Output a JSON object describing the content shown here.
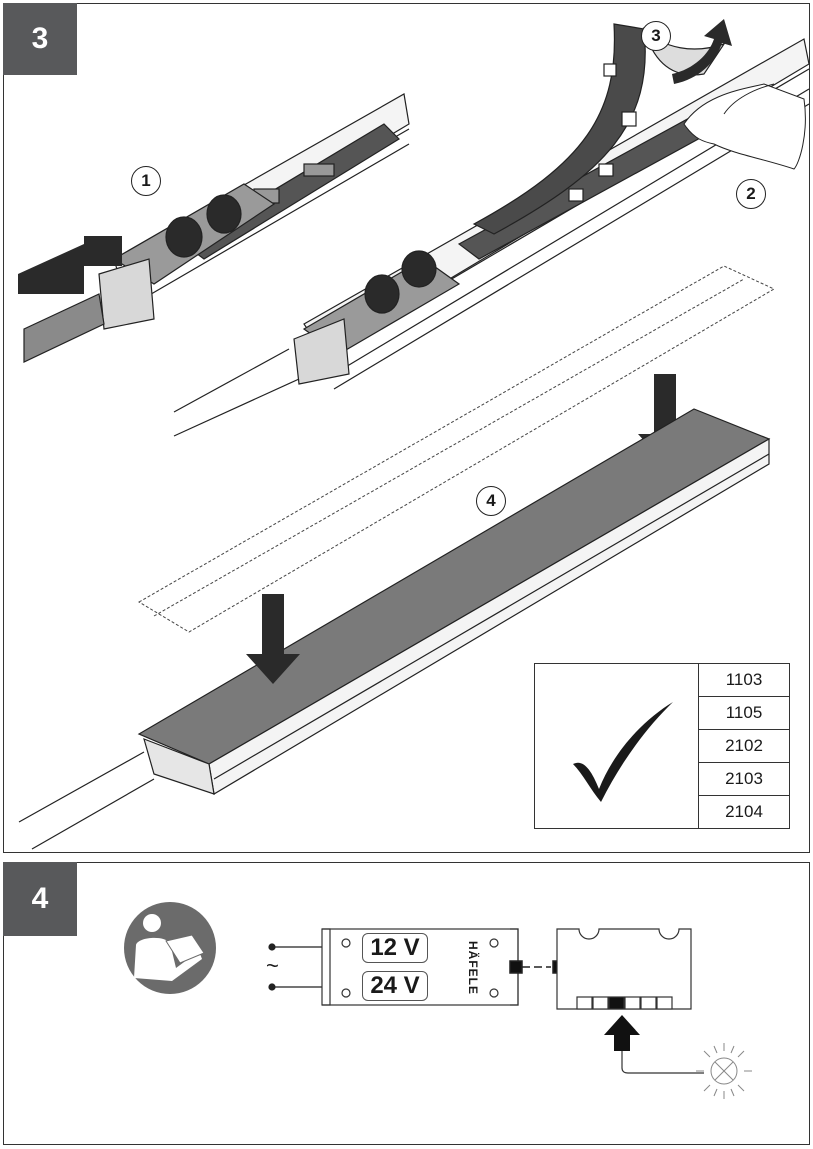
{
  "step3": {
    "badge": "3",
    "callouts": [
      "1",
      "2",
      "3",
      "4"
    ]
  },
  "compatibility": {
    "check_icon": "checkmark-icon",
    "models": [
      "1103",
      "1105",
      "2102",
      "2103",
      "2104"
    ]
  },
  "step4": {
    "badge": "4",
    "manual_icon": "read-manual-icon",
    "mains_symbol": "~",
    "voltage_options": [
      "12 V",
      "24 V"
    ],
    "brand": "HÄFELE",
    "lamp_icon": "light-bulb-icon"
  },
  "colors": {
    "badge": "#58595b",
    "profile_fill": "#7a7a7a",
    "line": "#222222"
  }
}
